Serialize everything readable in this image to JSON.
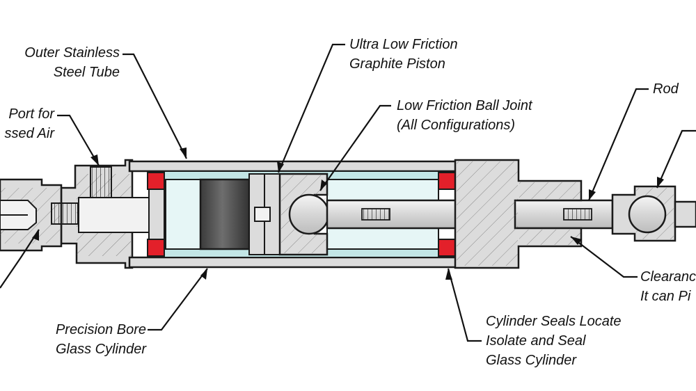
{
  "colors": {
    "outline": "#1a1a1a",
    "metal": "#dcdcdc",
    "metal_light": "#f2f2f2",
    "glass": "#c3e6e6",
    "glass_light": "#e6f6f6",
    "seal": "#e3202a",
    "piston": "#4d4d4d",
    "background": "#ffffff"
  },
  "labels": {
    "outer_tube": [
      "Outer Stainless",
      "Steel Tube"
    ],
    "piston": [
      "Ultra Low Friction",
      "Graphite Piston"
    ],
    "ball_joint": [
      "Low Friction Ball Joint",
      "(All Configurations)"
    ],
    "rod": [
      "Rod"
    ],
    "port": [
      "Port for",
      "ssed Air"
    ],
    "glass_cylinder": [
      "Precision Bore",
      "Glass Cylinder"
    ],
    "seals": [
      "Cylinder Seals Locate",
      "Isolate and Seal",
      "Glass Cylinder"
    ],
    "clearance": [
      "Clearanc",
      "It can Pi"
    ]
  }
}
